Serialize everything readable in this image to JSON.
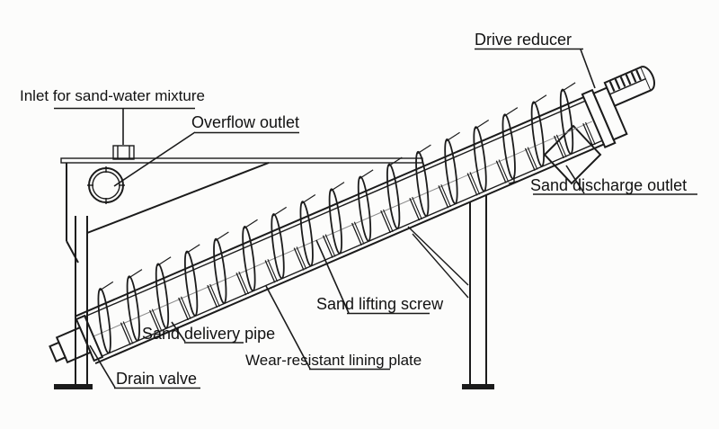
{
  "diagram": {
    "background": "#fcfcfb",
    "line_color": "#1b1b1b"
  },
  "labels": {
    "inlet": "Inlet for sand-water mixture",
    "overflow": "Overflow outlet",
    "drive_reducer": "Drive reducer",
    "sand_discharge": "Sand discharge outlet",
    "lifting_screw": "Sand lifting screw",
    "delivery_pipe": "Sand delivery pipe",
    "lining_plate": "Wear-resistant lining plate",
    "drain_valve": "Drain valve"
  }
}
